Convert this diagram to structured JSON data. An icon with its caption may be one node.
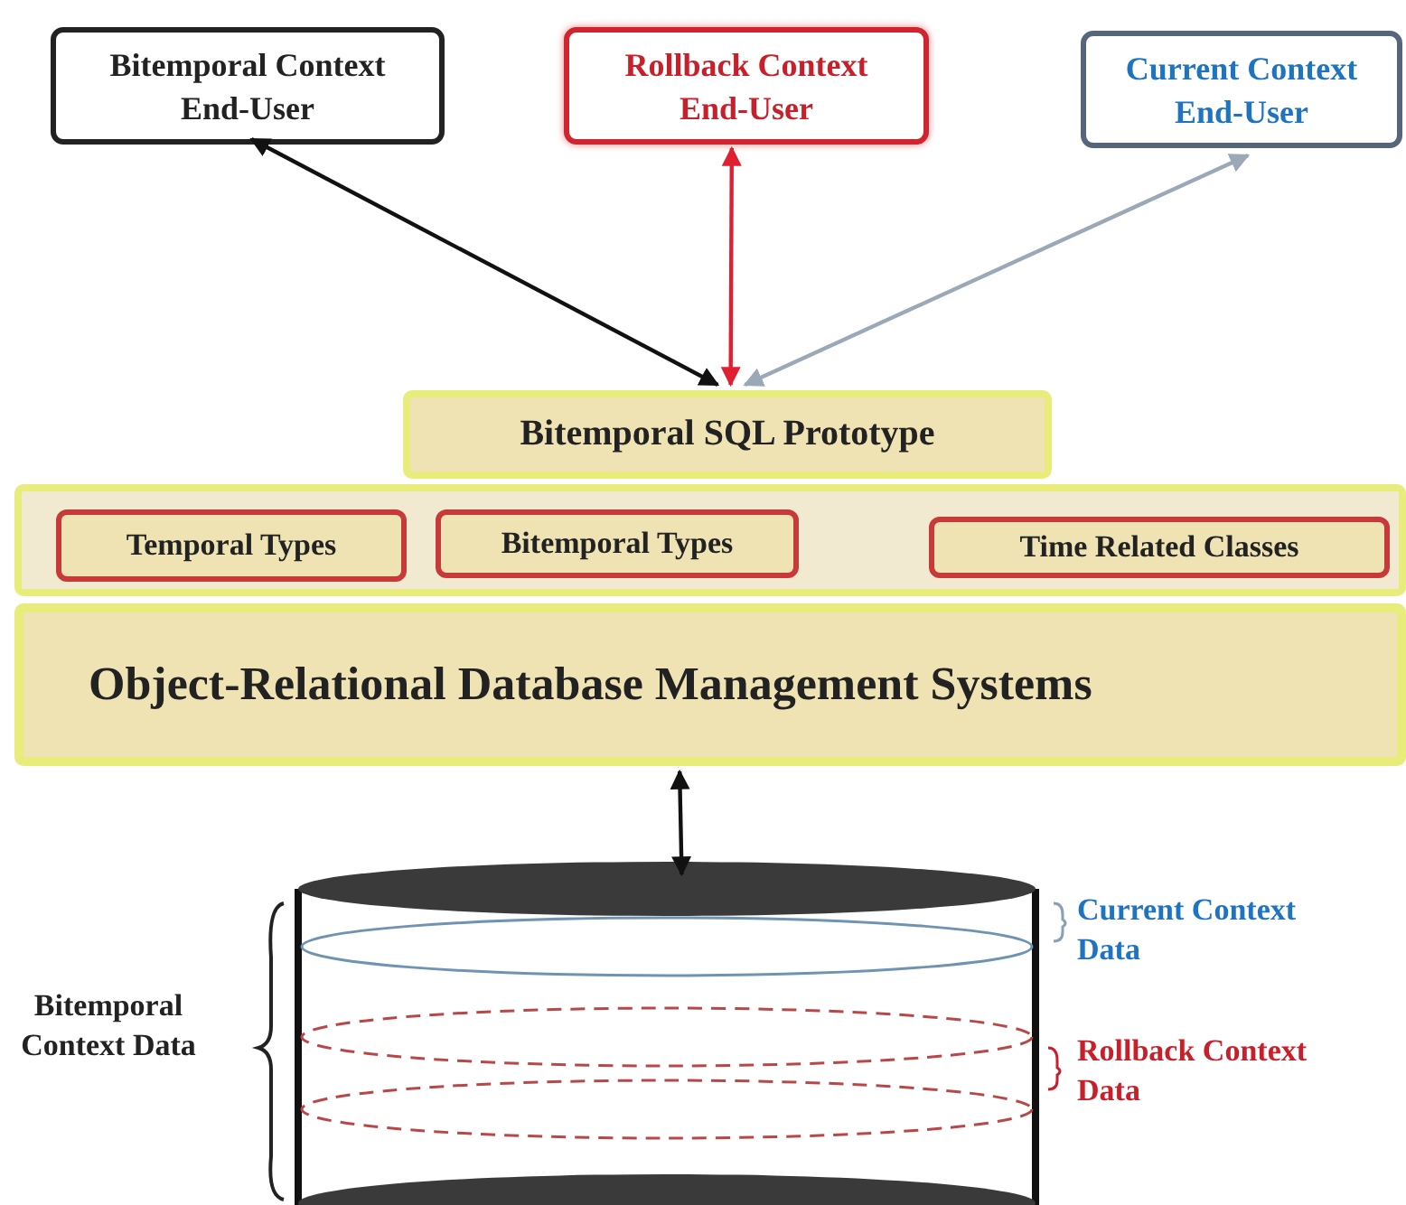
{
  "diagram": {
    "nodes": [
      {
        "text": [
          "Bitemporal Context End-User"
        ]
      },
      {
        "text": [
          "Rollback Context End-User"
        ]
      },
      {
        "text": [
          "Current Context End-User"
        ]
      },
      {
        "text": [
          "Bitemporal SQL Prototype"
        ]
      },
      {
        "text": [],
        "shape": "box"
      },
      {
        "text": [
          "Temporal Types"
        ],
        "in": 4
      },
      {
        "text": [
          "Bitemporal Types"
        ],
        "in": 4
      },
      {
        "text": [
          "Time Related Classes"
        ],
        "in": 4
      },
      {
        "text": [
          "Object-Relational Database  Management Systems"
        ]
      },
      {
        "text": [],
        "shape": "cylinder"
      }
    ],
    "edges": [
      {
        "from": 3,
        "to": 0,
        "arrow": "both"
      },
      {
        "from": 3,
        "to": 1,
        "arrow": "both",
        "color": "#e02030"
      },
      {
        "from": 3,
        "to": 2,
        "arrow": "both",
        "color": "#9aa8b8"
      },
      {
        "from": 8,
        "to": 9,
        "arrow": "both"
      }
    ],
    "labels": [
      "Current Context Data",
      "Bitemporal Context Data",
      "Rollback Context Data"
    ]
  }
}
